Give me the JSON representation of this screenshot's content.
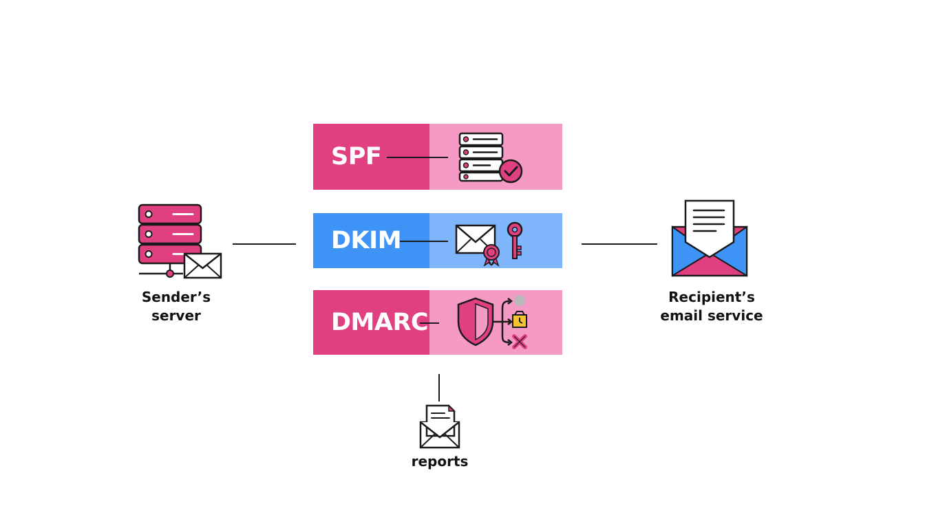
{
  "sender": {
    "label_line1": "Sender’s",
    "label_line2": "server"
  },
  "recipient": {
    "label_line1": "Recipient’s",
    "label_line2": "email service"
  },
  "protocols": [
    {
      "name": "SPF",
      "color_dark": "#e0407f",
      "color_light": "#f49ac4",
      "icon": "server-checklist-check-icon"
    },
    {
      "name": "DKIM",
      "color_dark": "#3d94f6",
      "color_light": "#7fb5fb",
      "icon": "envelope-seal-key-icon"
    },
    {
      "name": "DMARC",
      "color_dark": "#e0407f",
      "color_light": "#f49ac4",
      "icon": "shield-policy-icon"
    }
  ],
  "reports": {
    "label": "reports"
  },
  "colors": {
    "pink": "#e0407f",
    "blue": "#3d94f6",
    "ink": "#1a1a1a",
    "yellow": "#f6c431"
  }
}
